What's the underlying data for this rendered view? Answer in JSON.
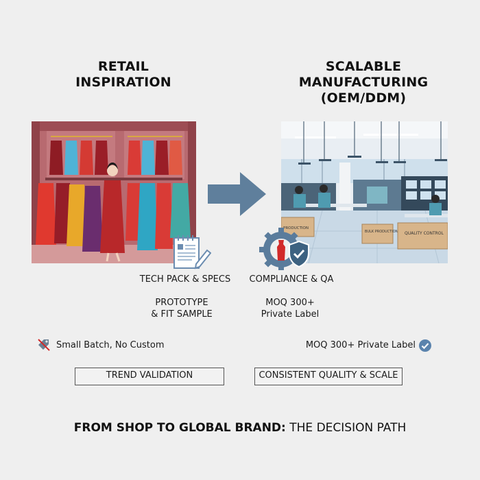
{
  "left": {
    "title_line1": "RETAIL",
    "title_line2": "INSPIRATION",
    "image_alt": "Qipao boutique with dresses on racks and a shopper",
    "step_label": "TECH PACK & SPECS",
    "sub_label_line1": "PROTOTYPE",
    "sub_label_line2": "& FIT SAMPLE",
    "note": "Small Batch, No Custom",
    "note_icon": "tag-crossed-icon",
    "box_label": "TREND VALIDATION"
  },
  "right": {
    "title_line1": "SCALABLE",
    "title_line2": "MANUFACTURING",
    "title_line3": "(OEM/DDM)",
    "image_alt": "Factory floor with workers and machines",
    "box_labels": [
      "PRODUCTION",
      "BULK PRODUCTION",
      "QUALITY CONTROL"
    ],
    "step_label": "COMPLIANCE & QA",
    "sub_label_line1": "MOQ 300+",
    "sub_label_line2": "Private Label",
    "note": "MOQ 300+ Private Label",
    "note_icon": "check-circle-icon",
    "box_label": "CONSISTENT QUALITY & SCALE"
  },
  "arrow_icon": "right-arrow-icon",
  "footer": {
    "bold": "FROM SHOP TO GLOBAL BRAND:",
    "regular": " THE DECISION PATH"
  },
  "colors": {
    "background": "#efefef",
    "arrow": "#5f7f9c",
    "check": "#5a83ad",
    "shop_wall": "#b5636a",
    "factory_floor": "#c9d9e6"
  }
}
